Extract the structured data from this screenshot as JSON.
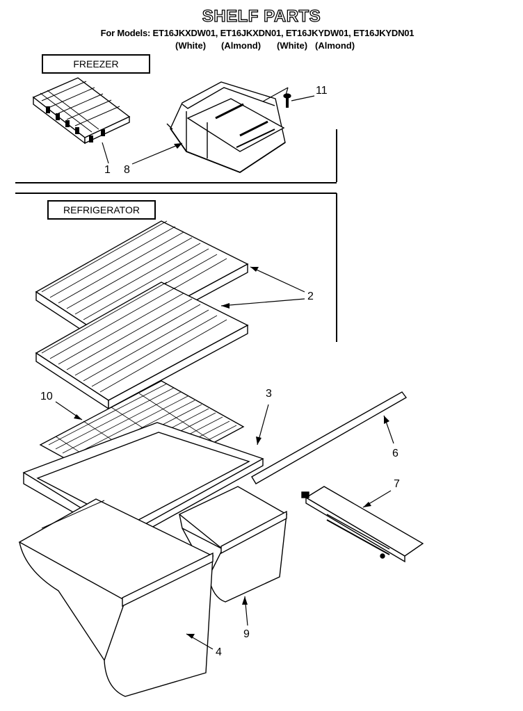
{
  "title": "SHELF PARTS",
  "models_line": "For Models: ET16JKXDW01, ET16JKXDN01, ET16JKYDW01, ET16JKYDN01",
  "colors": [
    "(White)",
    "(Almond)",
    "(White)",
    "(Almond)"
  ],
  "sections": {
    "freezer": "FREEZER",
    "refrigerator": "REFRIGERATOR"
  },
  "callouts": {
    "c1": "1",
    "c8": "8",
    "c11": "11",
    "c2": "2",
    "c3": "3",
    "c10": "10",
    "c6": "6",
    "c7": "7",
    "c9": "9",
    "c4": "4"
  }
}
